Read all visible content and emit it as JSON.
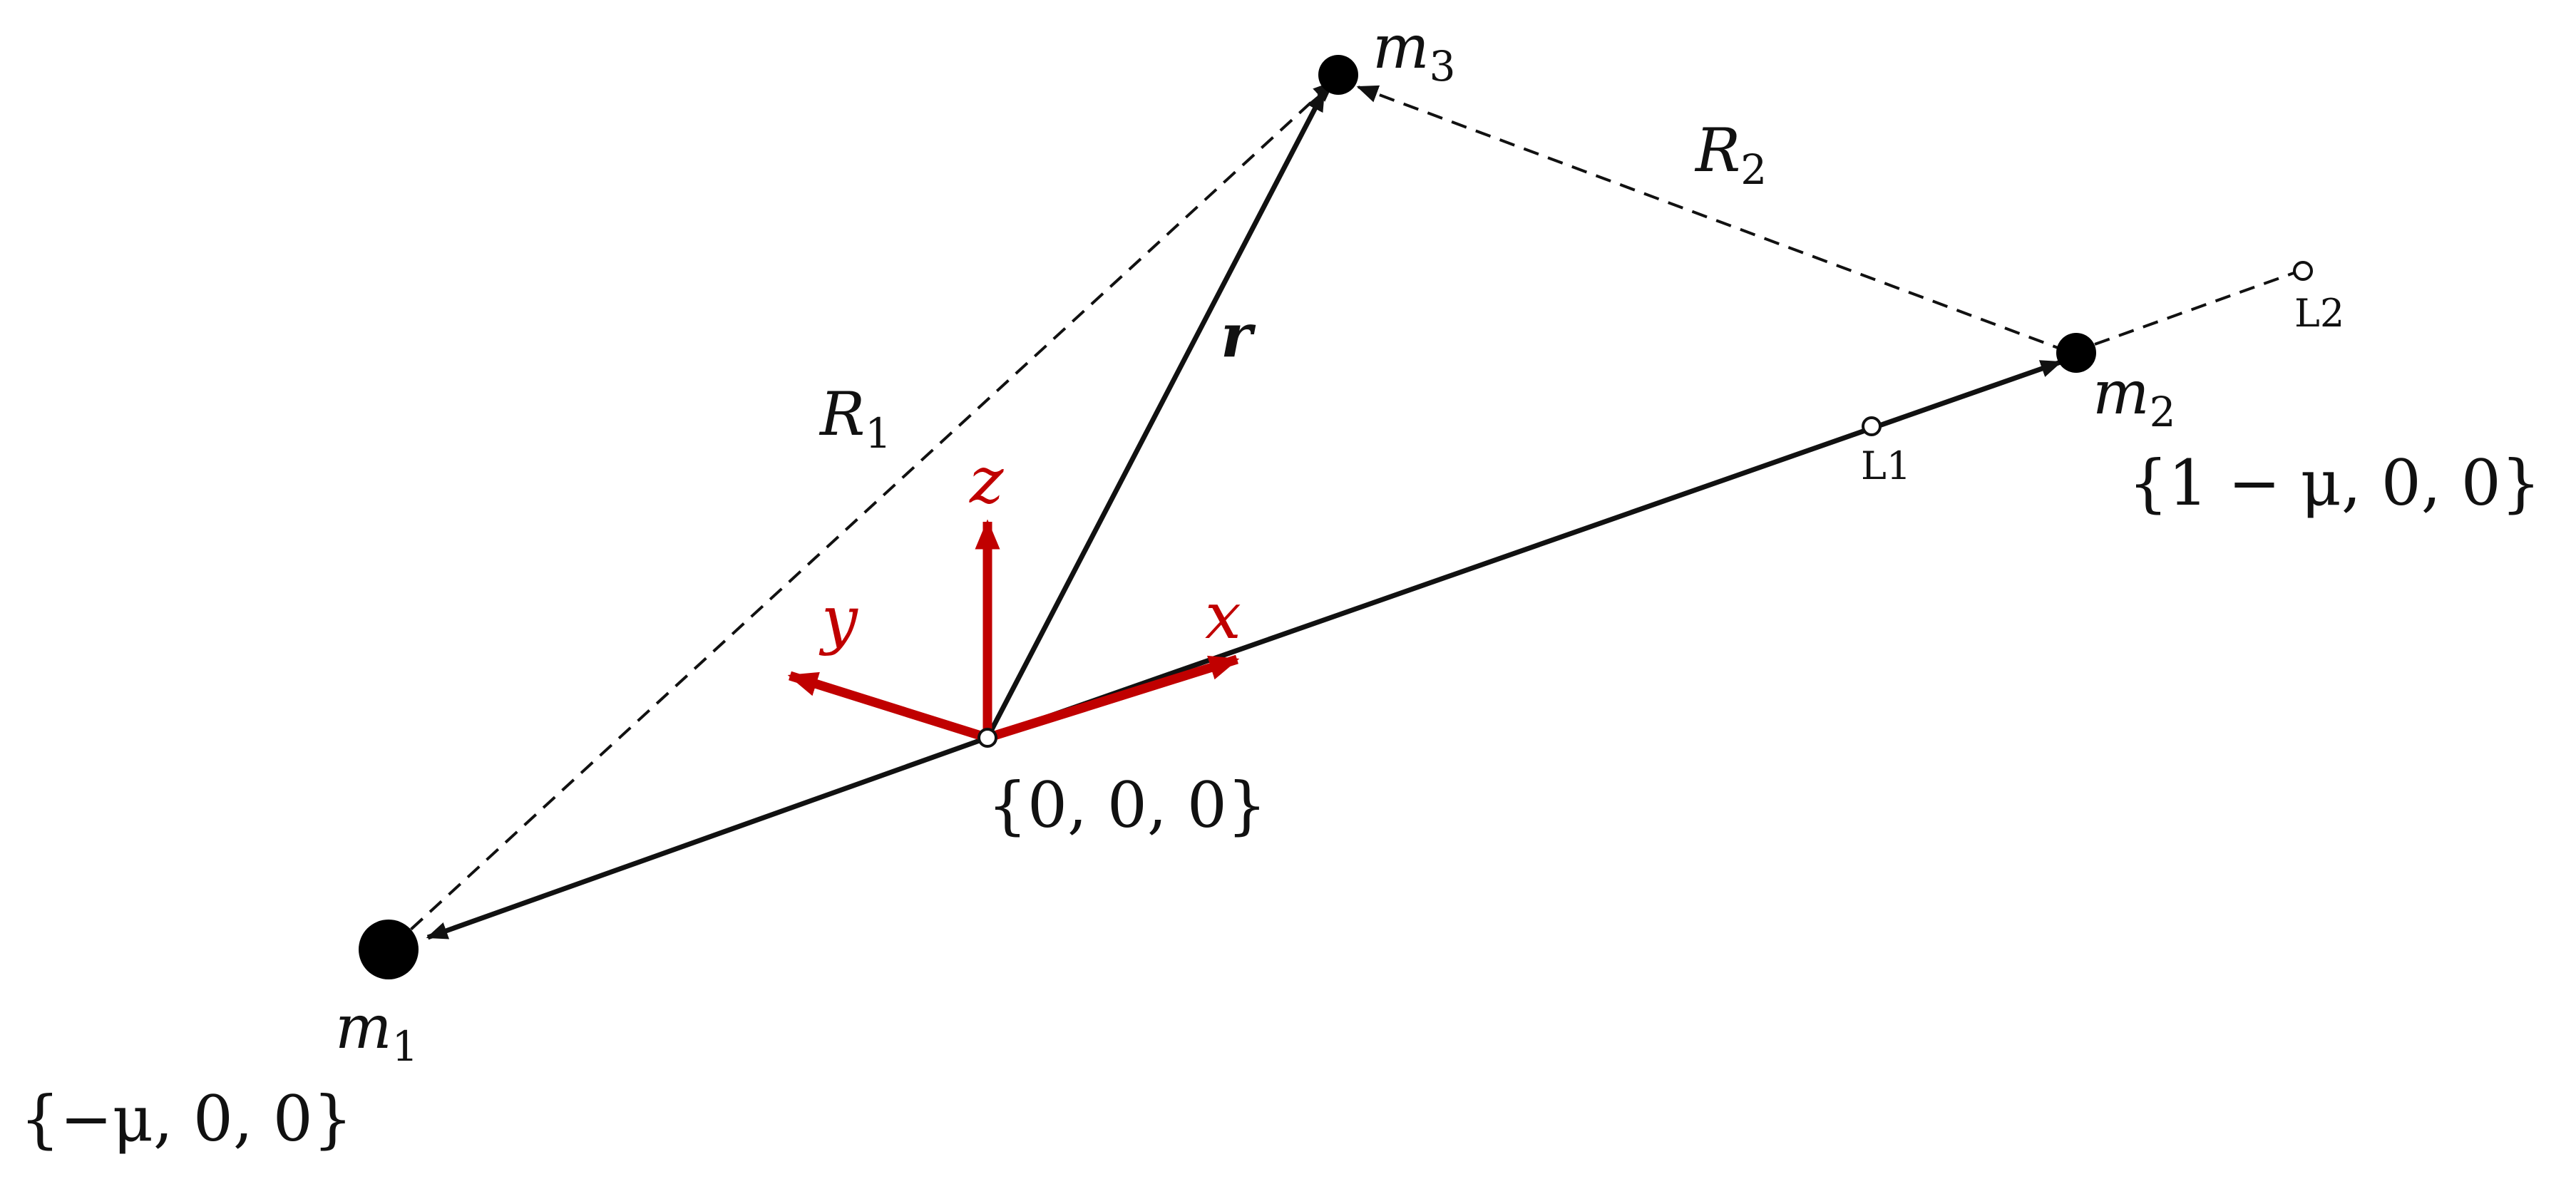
{
  "diagram": {
    "bodies": {
      "m1": {
        "name": "m",
        "sub": "1",
        "coords": "{−μ, 0, 0}"
      },
      "m2": {
        "name": "m",
        "sub": "2",
        "coords": "{1 − μ, 0, 0}"
      },
      "m3": {
        "name": "m",
        "sub": "3"
      }
    },
    "origin": {
      "coords": "{0, 0, 0}"
    },
    "vectors": {
      "r": "r",
      "R1": {
        "name": "R",
        "sub": "1"
      },
      "R2": {
        "name": "R",
        "sub": "2"
      }
    },
    "axes": {
      "x": "x",
      "y": "y",
      "z": "z"
    },
    "lagrange_points": {
      "L1": "L1",
      "L2": "L2"
    },
    "colors": {
      "axis": "#c00000",
      "ink": "#111111"
    }
  }
}
